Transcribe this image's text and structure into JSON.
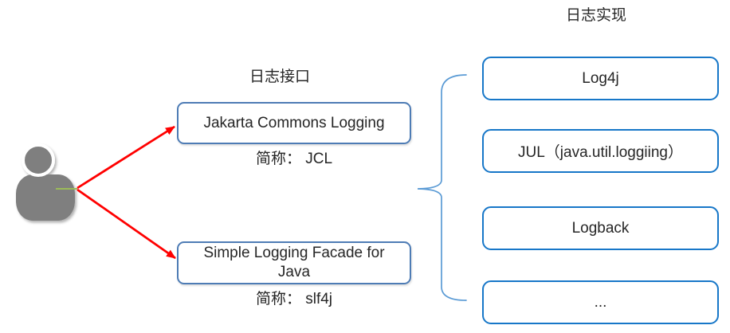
{
  "headers": {
    "interfaces": "日志接口",
    "implementations": "日志实现"
  },
  "interfaces": [
    {
      "label": "Jakarta Commons Logging",
      "caption": "简称： JCL"
    },
    {
      "label": "Simple Logging Facade for Java",
      "caption": "简称： slf4j"
    }
  ],
  "implementations": [
    {
      "label": "Log4j"
    },
    {
      "label": "JUL（java.util.loggiing）"
    },
    {
      "label": "Logback"
    },
    {
      "label": "..."
    }
  ],
  "icons": {
    "person": "person-icon"
  },
  "colors": {
    "interface_box_border": "#4E7CB5",
    "implementation_box_border": "#1777C8",
    "brace": "#5B9BD5",
    "arrow_red": "#FF0000",
    "connector_green": "#9BBB59",
    "person_gray": "#7F7F7F",
    "text": "#262626",
    "background": "#FFFFFF"
  }
}
